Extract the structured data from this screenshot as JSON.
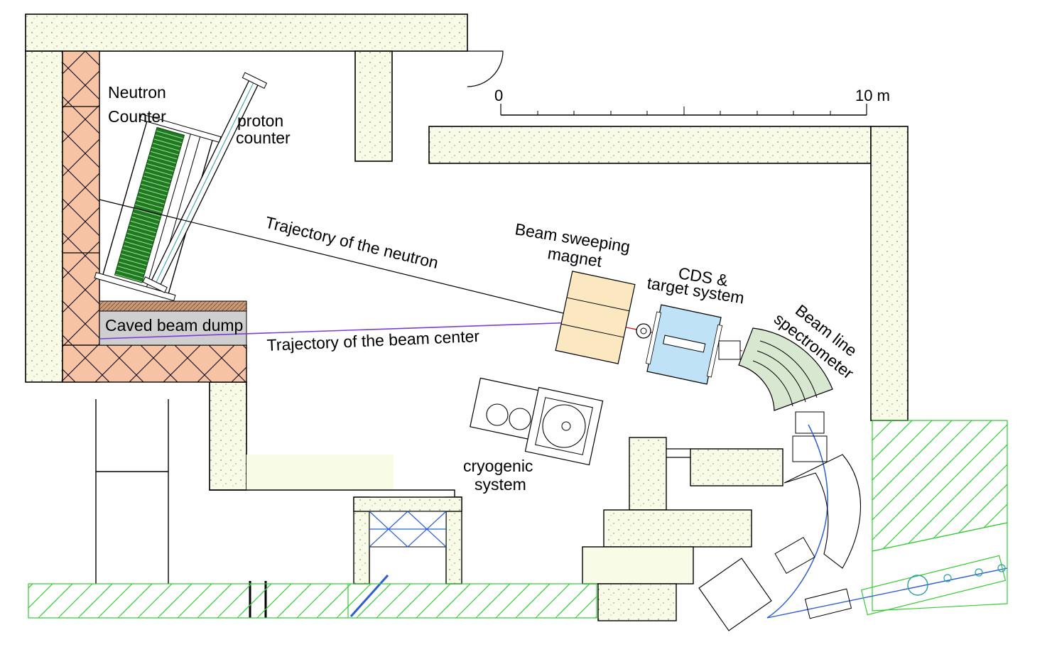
{
  "labels": {
    "neutron_counter_1": "Neutron",
    "neutron_counter_2": "Counter",
    "proton_counter_1": "proton",
    "proton_counter_2": "counter",
    "scale_zero": "0",
    "scale_ten": "10 m",
    "trajectory_neutron": "Trajectory of the neutron",
    "trajectory_beam": "Trajectory of the beam center",
    "caved_beam_dump": "Caved beam dump",
    "sweeping_magnet_1": "Beam sweeping",
    "sweeping_magnet_2": "magnet",
    "cds_1": "CDS &",
    "cds_2": "target system",
    "spectrometer_1": "Beam line",
    "spectrometer_2": "spectrometer",
    "cryogenic_1": "cryogenic",
    "cryogenic_2": "system"
  },
  "colors": {
    "concrete": "#f8fbe6",
    "iron_shield": "#f6c4a4",
    "beam_dump": "#cfcfcf",
    "magnet": "#fbe7c0",
    "cds": "#bfe2f6",
    "spectrometer": "#d8e8d0",
    "counter_green": "#2e8b2e",
    "boundary_green": "#33cc33",
    "beam_line": "#7b3fd9",
    "blue_pipe": "#2a5fd6"
  }
}
